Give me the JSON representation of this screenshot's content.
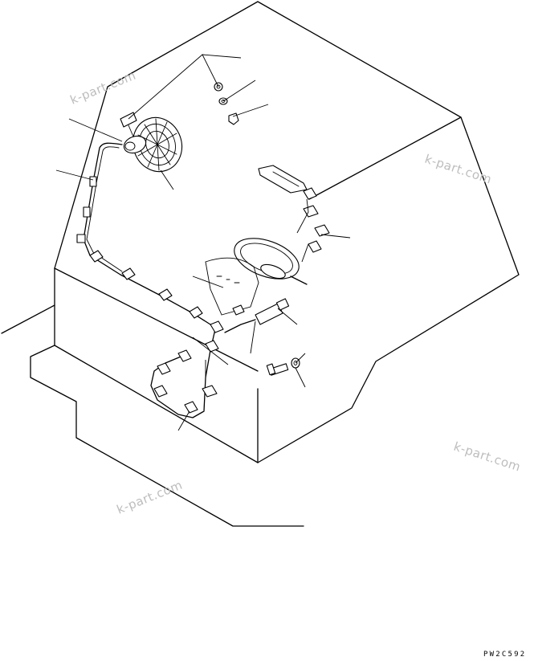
{
  "watermarks": [
    "k-part.com",
    "k-part.com",
    "k-part.com",
    "k-part.com"
  ],
  "drawing_code": "PW2C592"
}
